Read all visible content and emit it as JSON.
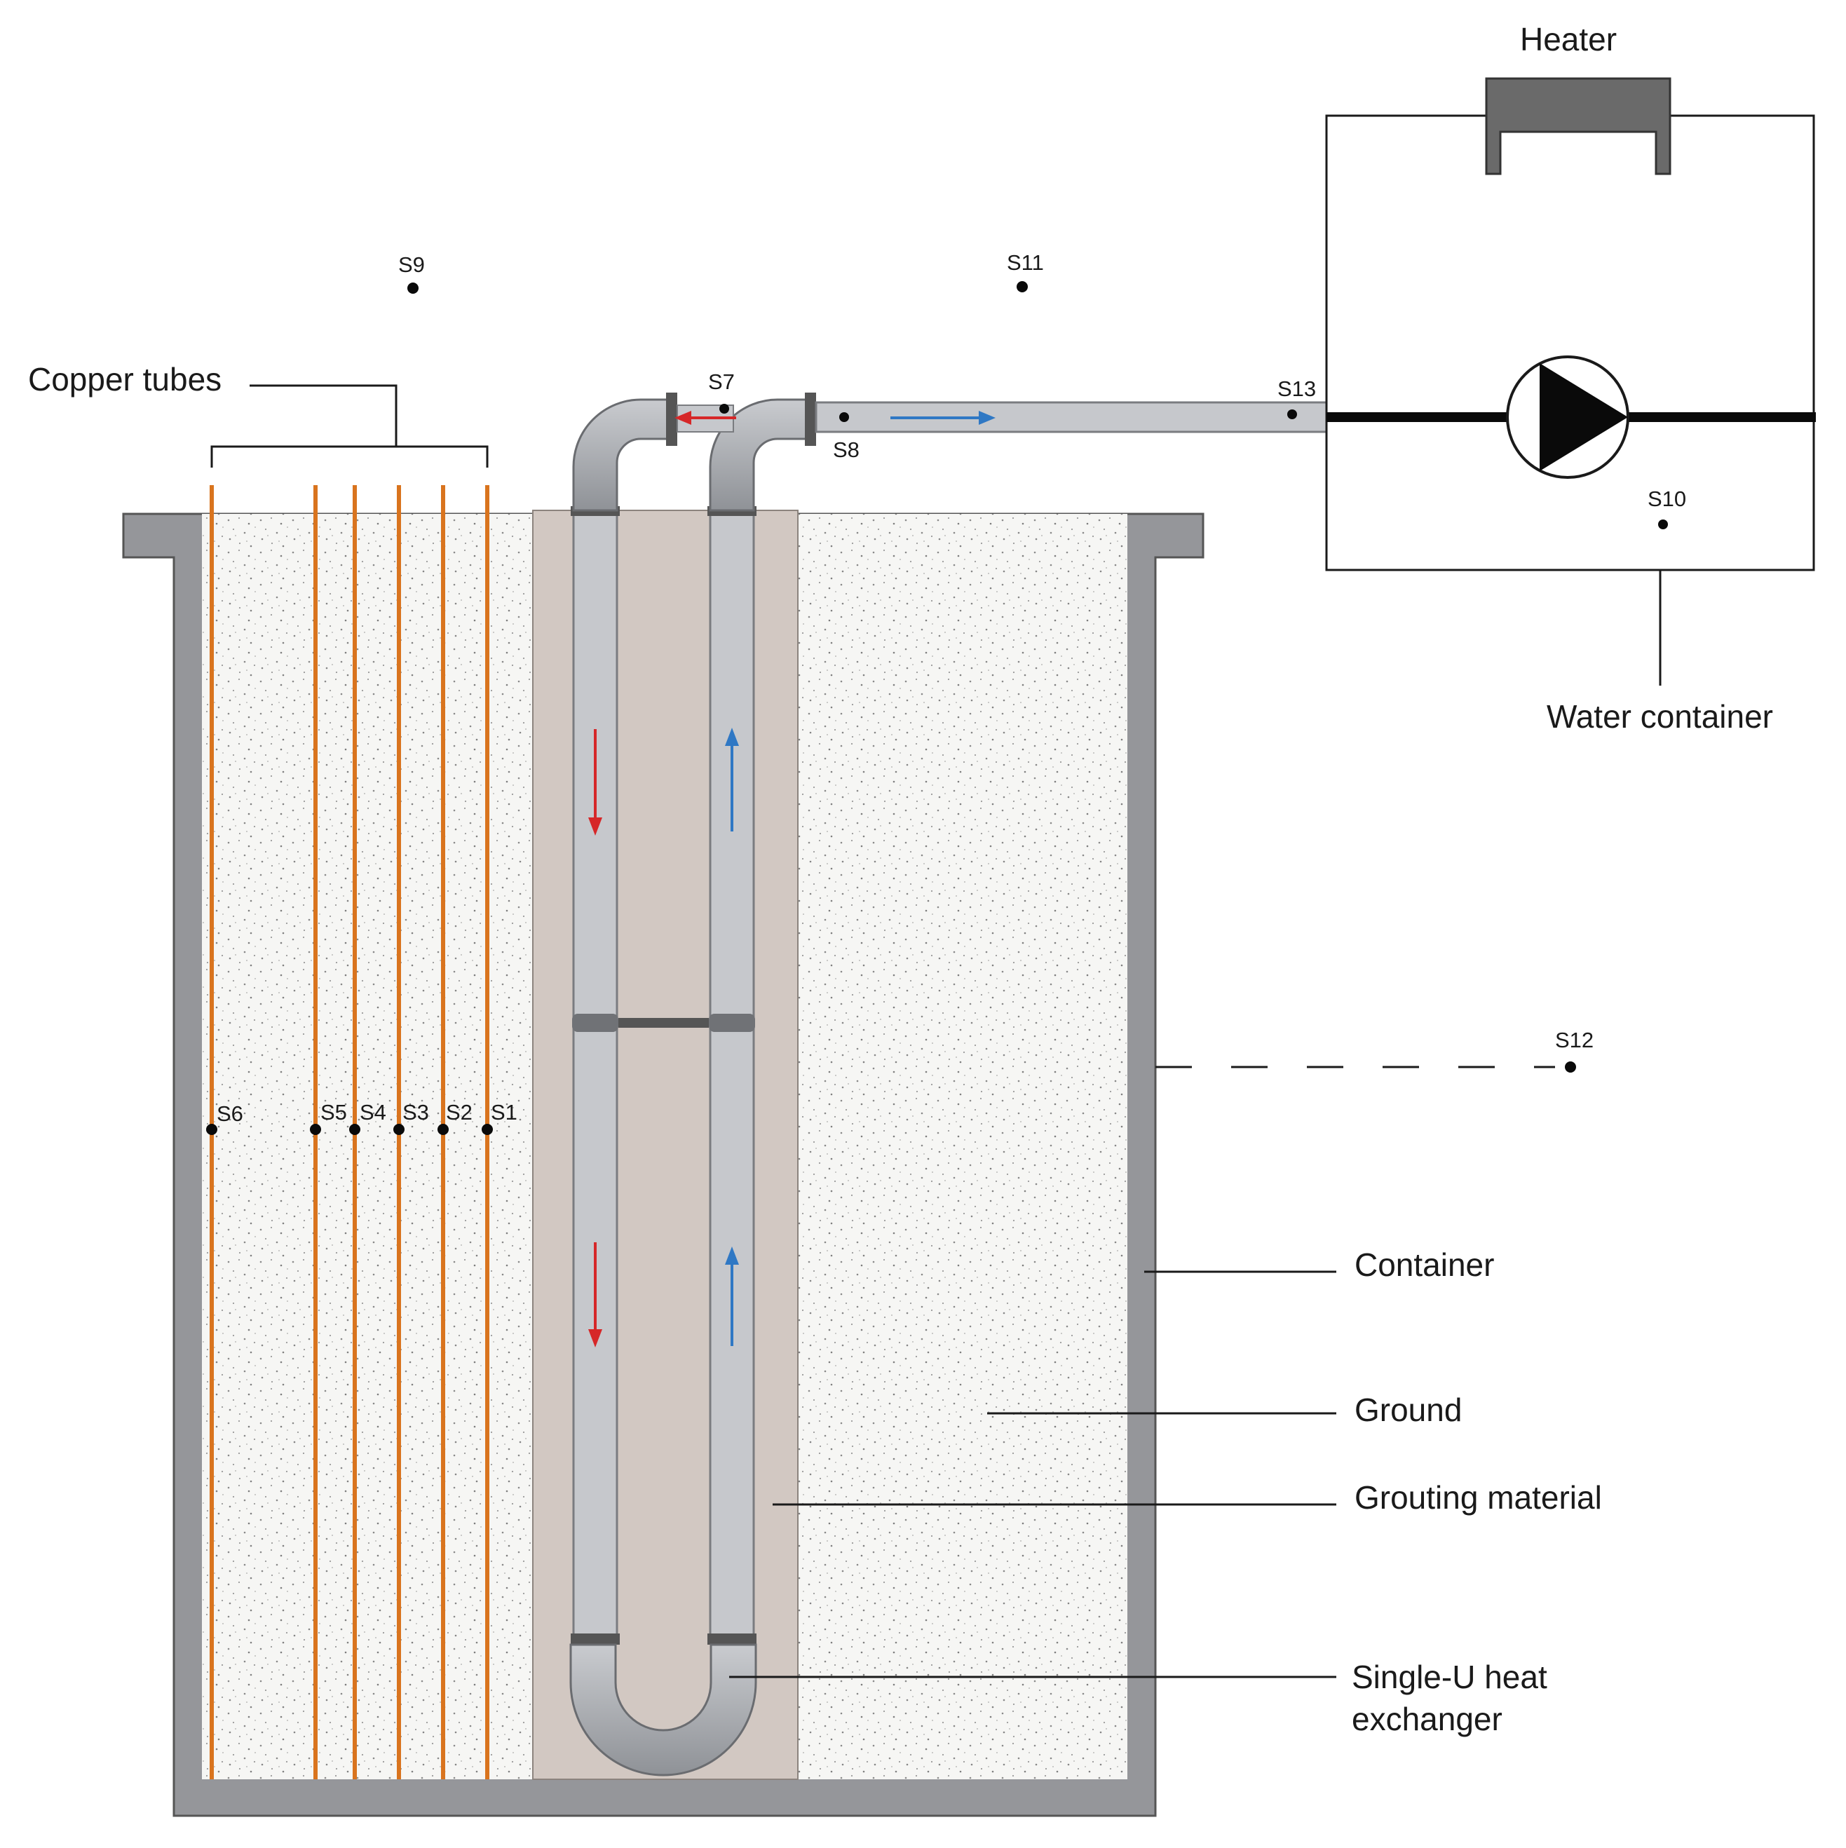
{
  "labels": {
    "heater": "Heater",
    "copper_tubes": "Copper tubes",
    "water_container": "Water container",
    "container": "Container",
    "ground": "Ground",
    "grouting_material": "Grouting material",
    "single_u_line1": "Single-U heat",
    "single_u_line2": "exchanger"
  },
  "sensors": {
    "s1": "S1",
    "s2": "S2",
    "s3": "S3",
    "s4": "S4",
    "s5": "S5",
    "s6": "S6",
    "s7": "S7",
    "s8": "S8",
    "s9": "S9",
    "s10": "S10",
    "s11": "S11",
    "s12": "S12",
    "s13": "S13"
  },
  "colors": {
    "container": "#95969a",
    "ground": "#f6f6f4",
    "grout": "#d2c8c2",
    "pipe": "#c6c8cc",
    "copper": "#d9741e",
    "hot_flow": "#d62728",
    "cold_flow": "#2f78c4",
    "heater": "#6a6a6a"
  },
  "icons": {
    "pump": "pump-icon",
    "arrows": "flow-arrow-icon"
  }
}
